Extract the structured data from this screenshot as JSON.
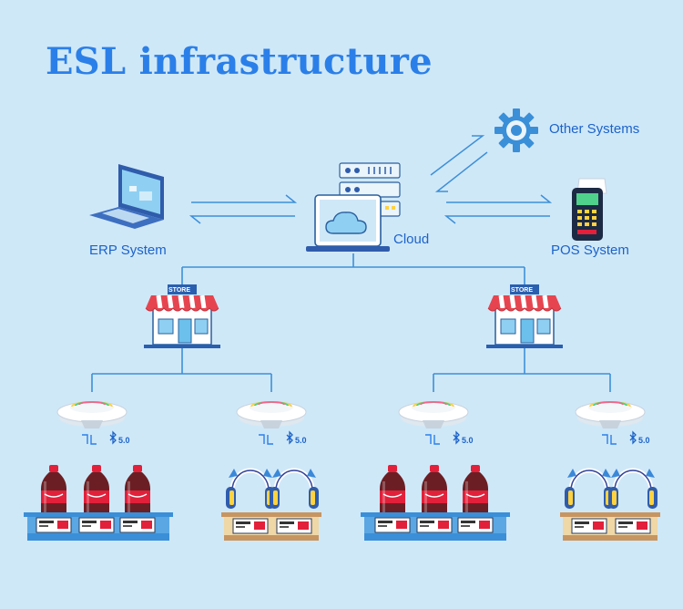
{
  "title": "ESL infrastructure",
  "nodes": {
    "erp": "ERP System",
    "cloud": "Cloud",
    "other": "Other Systems",
    "pos": "POS System"
  },
  "store_sign": "STORE",
  "bluetooth_version": "5.0",
  "icons": [
    "laptop-icon",
    "cloud-server-icon",
    "gear-icon",
    "pos-terminal-icon",
    "store-icon",
    "access-point-icon",
    "bluetooth-icon",
    "cola-bottle-icon",
    "headphones-icon",
    "esl-tag-icon"
  ],
  "colors": {
    "background": "#cfe8f8",
    "accent": "#2b7fe8",
    "line": "#3d8fd8"
  }
}
